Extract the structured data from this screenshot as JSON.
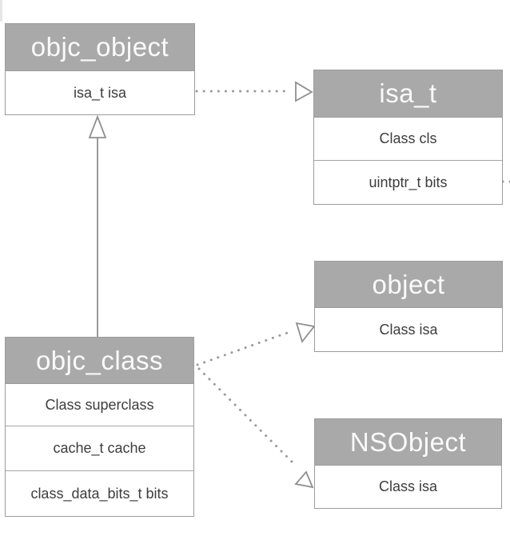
{
  "colors": {
    "header_fill": "#a9a9a9",
    "header_text": "#fafafa",
    "box_border": "#9c9c9c",
    "field_text": "#3d3d3d",
    "connector": "#9a9a9a",
    "background": "#ffffff"
  },
  "classes": {
    "objc_object": {
      "title": "objc_object",
      "fields": [
        "isa_t isa"
      ]
    },
    "isa_t": {
      "title": "isa_t",
      "fields": [
        "Class cls",
        "uintptr_t bits"
      ]
    },
    "object": {
      "title": "object",
      "fields": [
        "Class isa"
      ]
    },
    "nsobject": {
      "title": "NSObject",
      "fields": [
        "Class isa"
      ]
    },
    "objc_class": {
      "title": "objc_class",
      "fields": [
        "Class superclass",
        "cache_t cache",
        "class_data_bits_t bits"
      ]
    }
  },
  "relationships": [
    {
      "from": "objc_object",
      "via_field": "isa_t isa",
      "to": "isa_t",
      "line": "dotted",
      "arrowhead": "open-triangle"
    },
    {
      "from": "objc_class",
      "to": "objc_object",
      "type": "inheritance",
      "line": "solid",
      "arrowhead": "open-triangle"
    },
    {
      "from": "objc_class",
      "to": "object",
      "line": "dotted",
      "arrowhead": "open-triangle"
    },
    {
      "from": "objc_class",
      "to": "NSObject",
      "line": "dotted",
      "arrowhead": "open-triangle"
    },
    {
      "from": "isa_t",
      "via_field": "uintptr_t bits",
      "to": "off-canvas-right",
      "line": "dotted",
      "arrowhead": "none"
    }
  ]
}
